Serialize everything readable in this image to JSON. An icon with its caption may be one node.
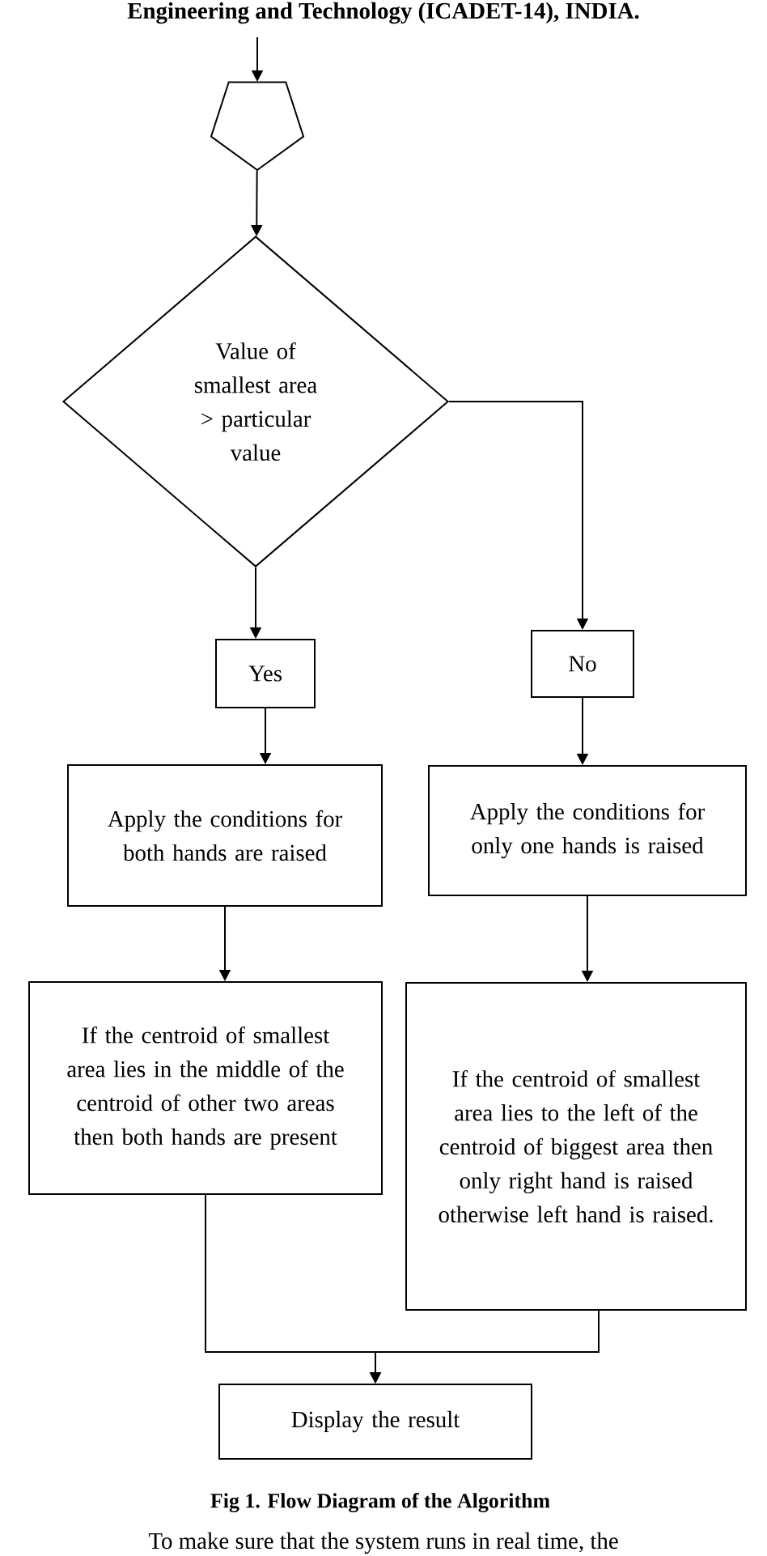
{
  "diagram": {
    "caption": "Fig 1. Flow Diagram of the Algorithm",
    "nodes": [
      {
        "text": [],
        "shape": "pentagon"
      },
      {
        "text": [
          "Value of smallest area > particular value"
        ]
      },
      {
        "text": [
          "Yes"
        ]
      },
      {
        "text": [
          "No"
        ]
      },
      {
        "text": [
          "Apply the conditions for both hands are raised"
        ]
      },
      {
        "text": [
          "Apply the conditions for only one hands is raised"
        ]
      },
      {
        "text": [
          "If the centroid of smallest area lies in the middle of the centroid of other two areas then both hands are present"
        ]
      },
      {
        "text": [
          "If the centroid of smallest area lies to the left of the centroid of biggest area then only right hand is raised otherwise left hand is raised."
        ]
      },
      {
        "text": [
          "Display the result"
        ]
      }
    ],
    "edges": [
      {
        "from": null,
        "to": 0,
        "arrow": "to"
      },
      {
        "from": 0,
        "to": 1,
        "arrow": "to"
      },
      {
        "from": 1,
        "to": 2,
        "arrow": "to"
      },
      {
        "from": 1,
        "to": 3,
        "arrow": "to"
      },
      {
        "from": 2,
        "to": 4,
        "arrow": "to"
      },
      {
        "from": 3,
        "to": 5,
        "arrow": "to"
      },
      {
        "from": 4,
        "to": 6,
        "arrow": "to"
      },
      {
        "from": 5,
        "to": 7,
        "arrow": "to"
      },
      {
        "from": 6,
        "to": 8,
        "arrow": "to"
      },
      {
        "from": 7,
        "to": 8,
        "arrow": "to"
      }
    ],
    "labels": [
      "Engineering and Technology (ICADET-14), INDIA.",
      "To make sure that the system runs in real time, the"
    ]
  }
}
